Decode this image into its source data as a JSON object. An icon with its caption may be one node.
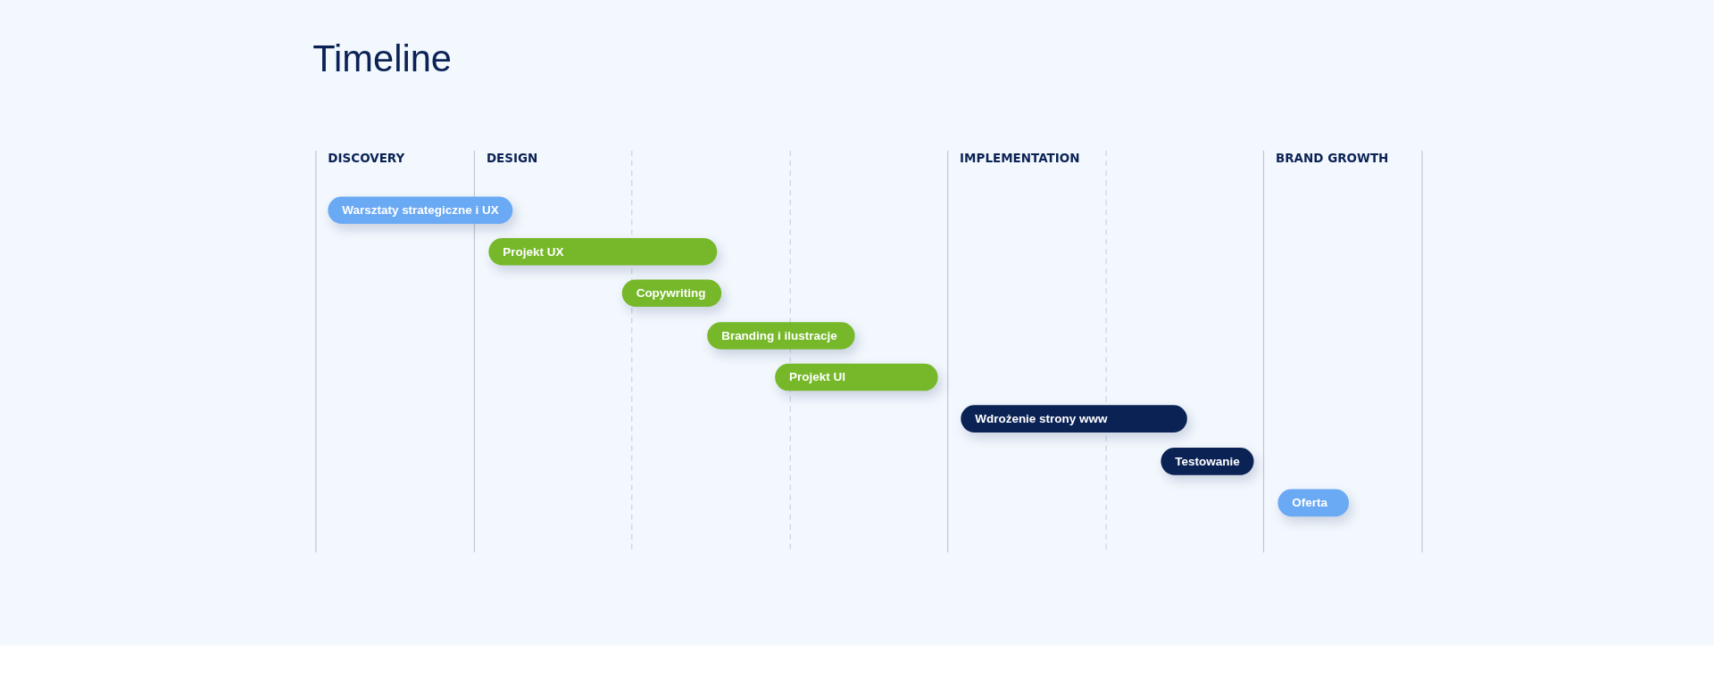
{
  "diagram": {
    "title": "Timeline",
    "nodes": [
      {
        "text": [
          "Warsztaty strategiczne i UX"
        ]
      },
      {
        "text": [
          "Projekt UX"
        ]
      },
      {
        "text": [
          "Copywriting"
        ]
      },
      {
        "text": [
          "Branding i ilustracje"
        ]
      },
      {
        "text": [
          "Projekt UI"
        ]
      },
      {
        "text": [
          "Wdrożenie strony www"
        ]
      },
      {
        "text": [
          "Testowanie"
        ]
      },
      {
        "text": [
          "Oferta"
        ]
      }
    ],
    "labels": [
      "DISCOVERY",
      "DESIGN",
      "IMPLEMENTATION",
      "BRAND GROWTH"
    ]
  }
}
